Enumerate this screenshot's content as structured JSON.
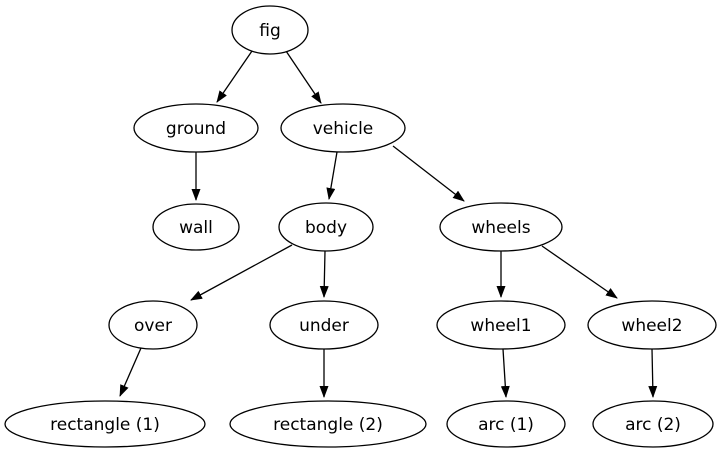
{
  "diagram": {
    "type": "directed-graph-tree",
    "colors": {
      "background": "#ffffff",
      "node_fill": "#ffffff",
      "node_stroke": "#000000",
      "edge": "#000000",
      "text": "#000000"
    },
    "nodes": {
      "fig": {
        "label": "fig"
      },
      "ground": {
        "label": "ground"
      },
      "vehicle": {
        "label": "vehicle"
      },
      "wall": {
        "label": "wall"
      },
      "body": {
        "label": "body"
      },
      "wheels": {
        "label": "wheels"
      },
      "over": {
        "label": "over"
      },
      "under": {
        "label": "under"
      },
      "wheel1": {
        "label": "wheel1"
      },
      "wheel2": {
        "label": "wheel2"
      },
      "rect1": {
        "label": "rectangle (1)"
      },
      "rect2": {
        "label": "rectangle (2)"
      },
      "arc1": {
        "label": "arc (1)"
      },
      "arc2": {
        "label": "arc (2)"
      }
    },
    "edges": [
      {
        "from": "fig",
        "to": "ground"
      },
      {
        "from": "fig",
        "to": "vehicle"
      },
      {
        "from": "ground",
        "to": "wall"
      },
      {
        "from": "vehicle",
        "to": "body"
      },
      {
        "from": "vehicle",
        "to": "wheels"
      },
      {
        "from": "body",
        "to": "over"
      },
      {
        "from": "body",
        "to": "under"
      },
      {
        "from": "over",
        "to": "rect1"
      },
      {
        "from": "under",
        "to": "rect2"
      },
      {
        "from": "wheels",
        "to": "wheel1"
      },
      {
        "from": "wheels",
        "to": "wheel2"
      },
      {
        "from": "wheel1",
        "to": "arc1"
      },
      {
        "from": "wheel2",
        "to": "arc2"
      }
    ]
  }
}
